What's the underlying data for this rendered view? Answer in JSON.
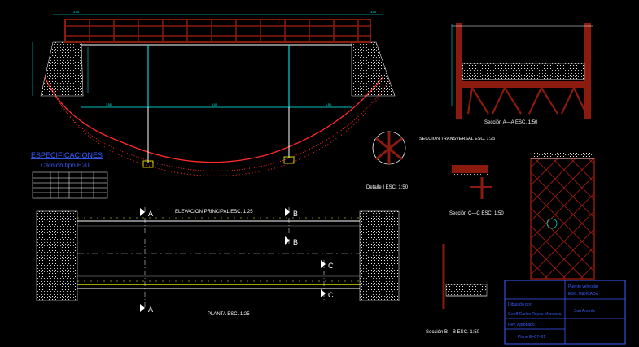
{
  "drawing": {
    "colors": {
      "background": "#000000",
      "white": "#ffffff",
      "yellow": "#ffff00",
      "red": "#ff2a2a",
      "brown": "#8b1a0f",
      "cyan": "#00ffff",
      "blue": "#3b5bff",
      "green": "#00ff66",
      "magenta": "#ff44ff",
      "gray": "#9a9a9a"
    },
    "specs": {
      "title": "ESPECIFICACIONES",
      "subtitle": "Camión  tipo   H20"
    },
    "labels": {
      "elevacion": "ELEVACION PRINCIPAL    ESC. 1:25",
      "planta": "PLANTA     ESC. 1:25",
      "seccion_aa": "Sección   A—A    ESC. 1:50",
      "seccion_transversal": "SECCION TRANSVERSAL    ESC. 1:25",
      "detalle_i": "Detalle I    ESC. 1:50",
      "seccion_cc": "Sección C—C    ESC. 1:50",
      "seccion_bb": "Sección B—B    ESC. 1:50",
      "cut_a": "A",
      "cut_b": "B",
      "cut_c": "C"
    },
    "title_block": {
      "project": "Puente vehicular",
      "scale": "ESC. INDICADA",
      "drawn_by": "Dibujado por:",
      "author": "Geoff Carlos Reyes Mendoza",
      "reviewed": "Rev. Aprobado",
      "location": "San Andrés",
      "sheet": "Plano  E–07–01"
    }
  }
}
